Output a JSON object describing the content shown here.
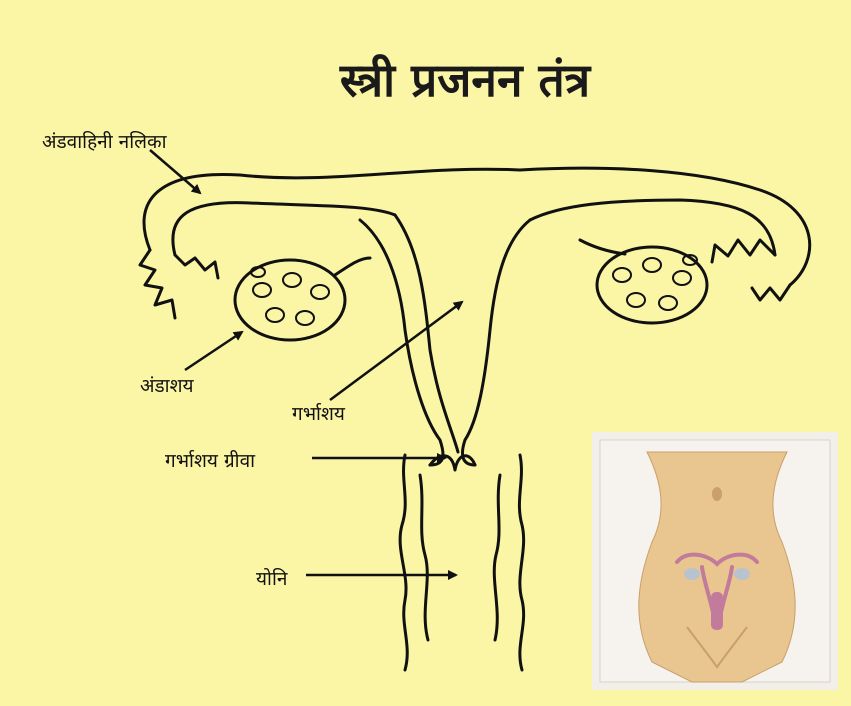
{
  "title": "स्त्री प्रजनन तंत्र",
  "labels": {
    "fallopian_tube": "अंडवाहिनी नलिका",
    "ovary": "अंडाशय",
    "uterus": "गर्भाशय",
    "cervix": "गर्भाशय ग्रीवा",
    "vagina": "योनि"
  },
  "colors": {
    "background": "#fbf5a6",
    "ink": "#111111",
    "inset_background": "#f2efe9",
    "skin": "#e9c58f",
    "organ": "#c27b9a"
  }
}
